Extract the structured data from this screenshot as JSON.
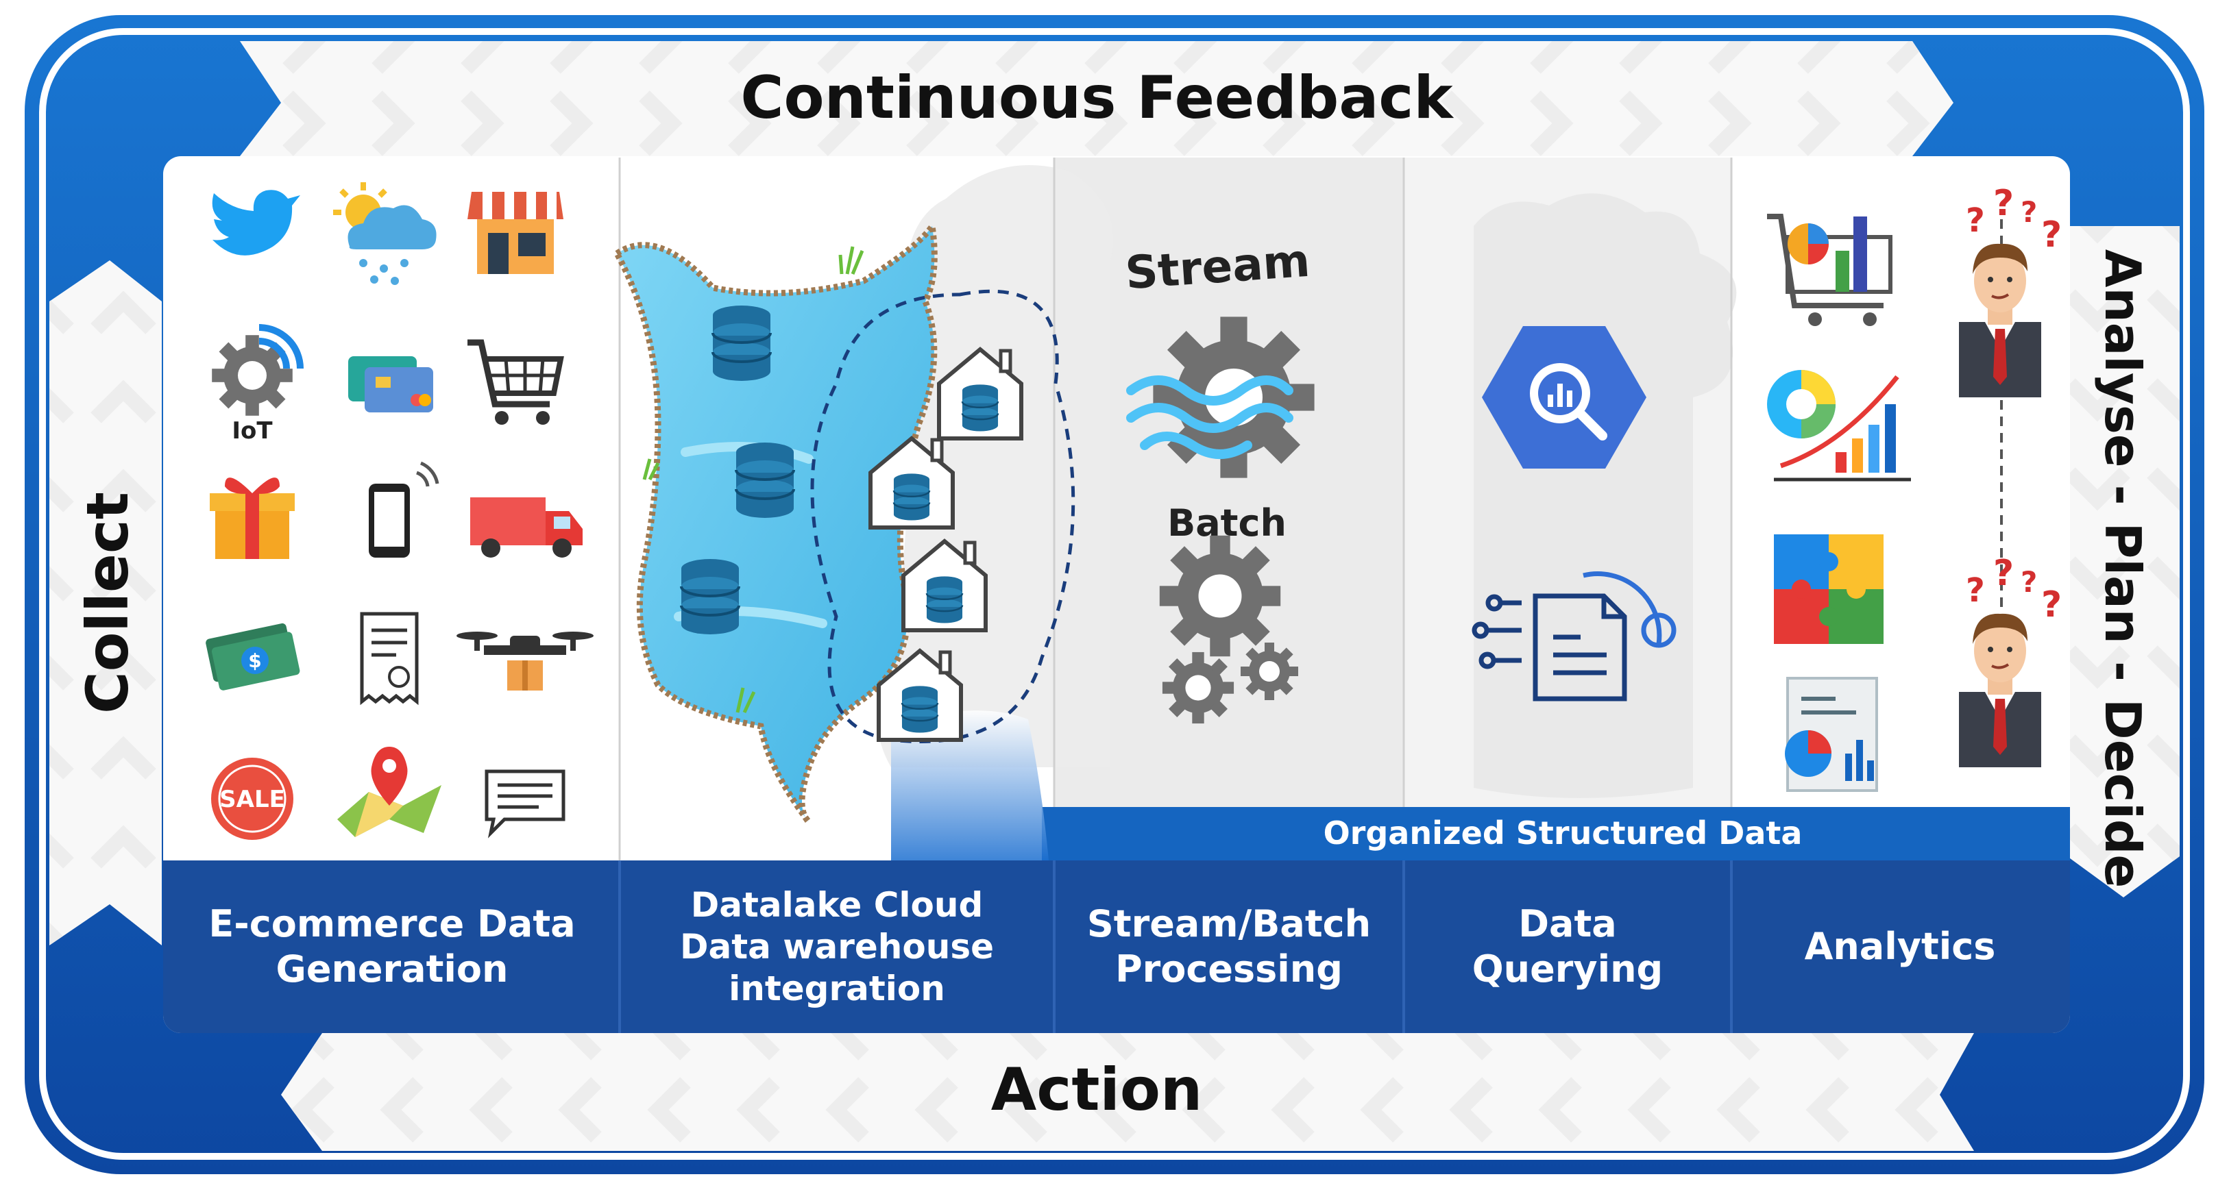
{
  "diagram": {
    "top_banner": "Continuous Feedback",
    "bottom_banner": "Action",
    "left_banner": "Collect",
    "right_banner": "Analyse - Plan - Decide",
    "stream_label": "Stream",
    "batch_label": "Batch",
    "iot_label": "IoT",
    "sale_label": "SALE",
    "organized_label": "Organized Structured Data",
    "stages": [
      {
        "line1": "E-commerce Data",
        "line2": "Generation",
        "line3": ""
      },
      {
        "line1": "Datalake Cloud",
        "line2": "Data warehouse",
        "line3": "integration"
      },
      {
        "line1": "Stream/Batch",
        "line2": "Processing",
        "line3": ""
      },
      {
        "line1": "Data",
        "line2": "Querying",
        "line3": ""
      },
      {
        "line1": "Analytics",
        "line2": "",
        "line3": ""
      }
    ],
    "source_icons": [
      "twitter-icon",
      "weather-icon",
      "shop-icon",
      "iot-icon",
      "credit-card-icon",
      "shopping-cart-icon",
      "gift-icon",
      "smartphone-icon",
      "delivery-van-icon",
      "money-icon",
      "receipt-icon",
      "drone-icon",
      "sale-badge-icon",
      "map-pin-icon",
      "message-icon"
    ],
    "analytics_icons": [
      "cart-analytics-icon",
      "growth-chart-icon",
      "puzzle-icon",
      "report-icon",
      "businessman-icon"
    ],
    "colors": {
      "frame_blue": "#1565c0",
      "dark_blue": "#0d47a1",
      "label_bar": "#1a4d9c",
      "lake": "#56c3ec",
      "query_hex": "#3d6fd6"
    }
  }
}
